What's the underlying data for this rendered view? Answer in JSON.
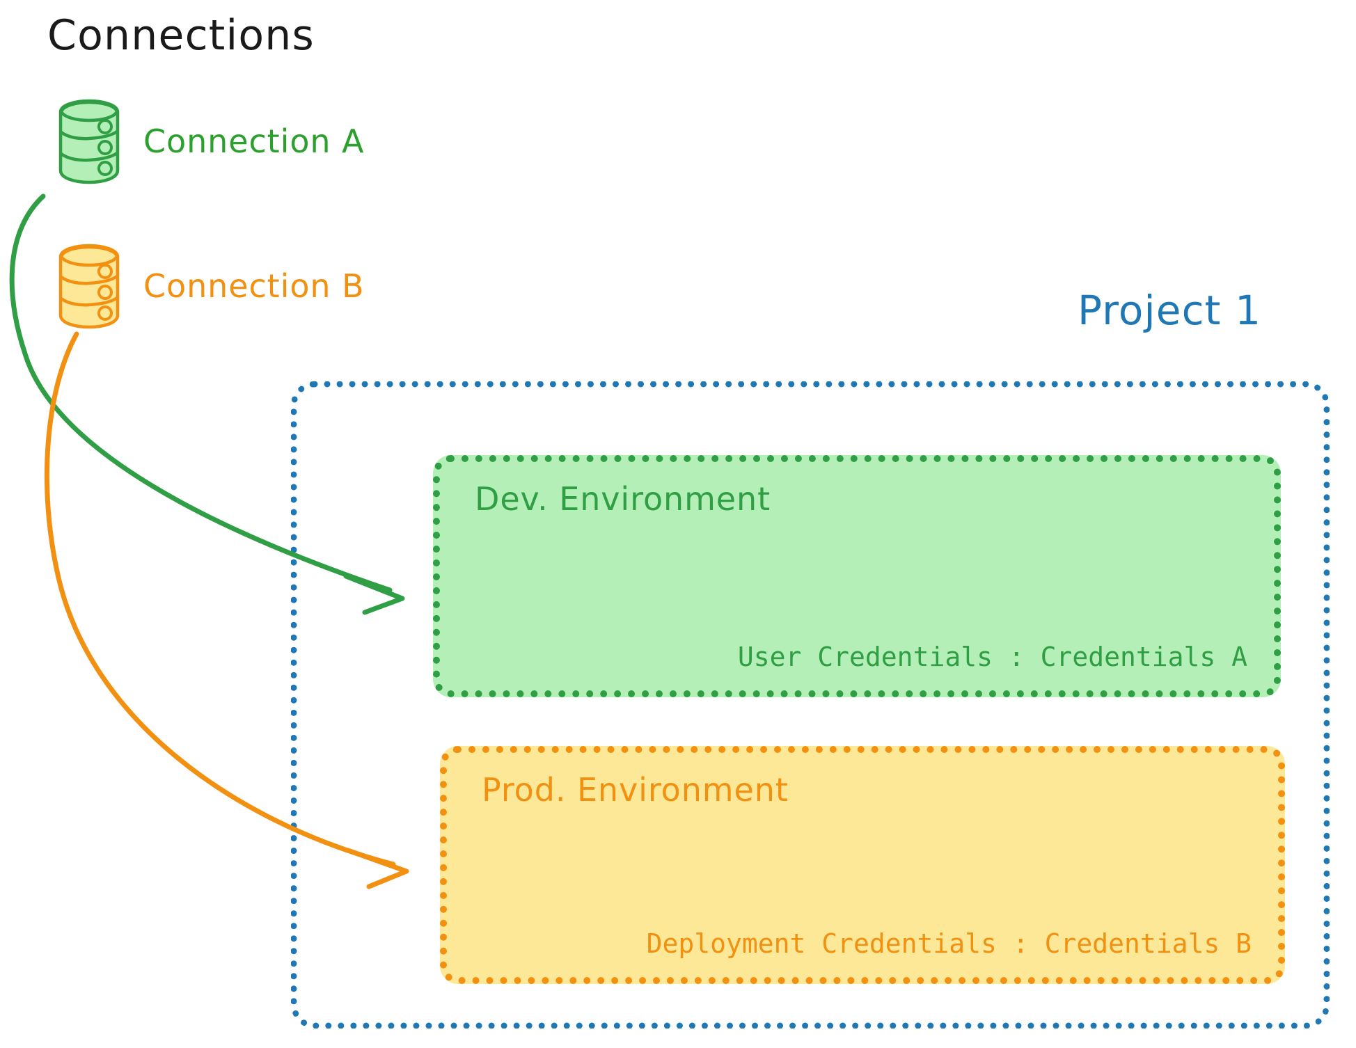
{
  "diagram": {
    "title": "Connections",
    "title_color": "#1a1a1a",
    "background": "#ffffff"
  },
  "connections": [
    {
      "id": "connection-a",
      "label": "Connection A",
      "icon": "database-icon",
      "color": "#2ca02c",
      "fill": "#b3efb6",
      "targets": "dev-environment"
    },
    {
      "id": "connection-b",
      "label": "Connection B",
      "icon": "database-icon",
      "color": "#f29111",
      "fill": "#fce896",
      "targets": "prod-environment"
    }
  ],
  "project": {
    "label": "Project 1",
    "border_color": "#1f77b4",
    "border_style": "dotted",
    "environments": [
      {
        "id": "dev-environment",
        "title": "Dev. Environment",
        "credential_label": "User Credentials",
        "credential_separator": ":",
        "credential_value": "Credentials A",
        "credential_line": "User Credentials : Credentials A",
        "fill": "#b3efb6",
        "border_color": "#2f9e44",
        "text_color": "#2f9e44"
      },
      {
        "id": "prod-environment",
        "title": "Prod. Environment",
        "credential_label": "Deployment Credentials",
        "credential_separator": ":",
        "credential_value": "Credentials B",
        "credential_line": "Deployment Credentials : Credentials B",
        "fill": "#fce896",
        "border_color": "#f29111",
        "text_color": "#f29111"
      }
    ]
  },
  "arrows": [
    {
      "id": "arrow-connection-a-to-dev",
      "from": "connection-a",
      "to": "dev-environment",
      "color": "#2f9e44"
    },
    {
      "id": "arrow-connection-b-to-prod",
      "from": "connection-b",
      "to": "prod-environment",
      "color": "#f29111"
    }
  ]
}
